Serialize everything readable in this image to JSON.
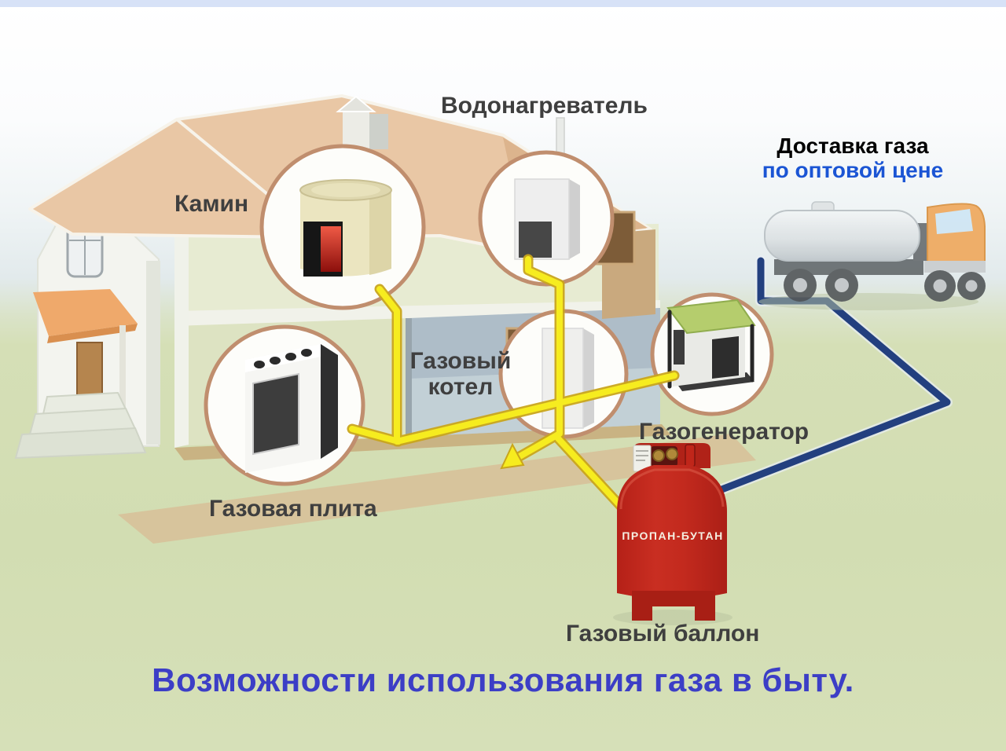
{
  "diagram": {
    "title": "Возможности использования газа в быту.",
    "labels": {
      "water_heater": "Водонагреватель",
      "fireplace": "Камин",
      "gas_boiler_lines": [
        "Газовый",
        "котел"
      ],
      "gas_stove": "Газовая плита",
      "gas_generator": "Газогенератор",
      "gas_cylinder": "Газовый баллон",
      "delivery_line1": "Доставка газа",
      "delivery_line2": "по оптовой цене"
    },
    "cylinder": {
      "brand_label": "ПРОПАН-БУТАН"
    },
    "colors": {
      "gas_pipe_yellow": "#f6ec1f",
      "gas_pipe_edge": "#c9a51b",
      "delivery_pipe_navy": "#23407f",
      "cylinder_red": "#c32a1e",
      "roof_tan": "#e9c7a5",
      "ground_green": "#d2ddb2",
      "label_text": "#3f3f3f",
      "delivery_accent_blue": "#1b55d4",
      "title_blue": "#3c3ec6",
      "callout_ring": "#c08e6e"
    }
  }
}
